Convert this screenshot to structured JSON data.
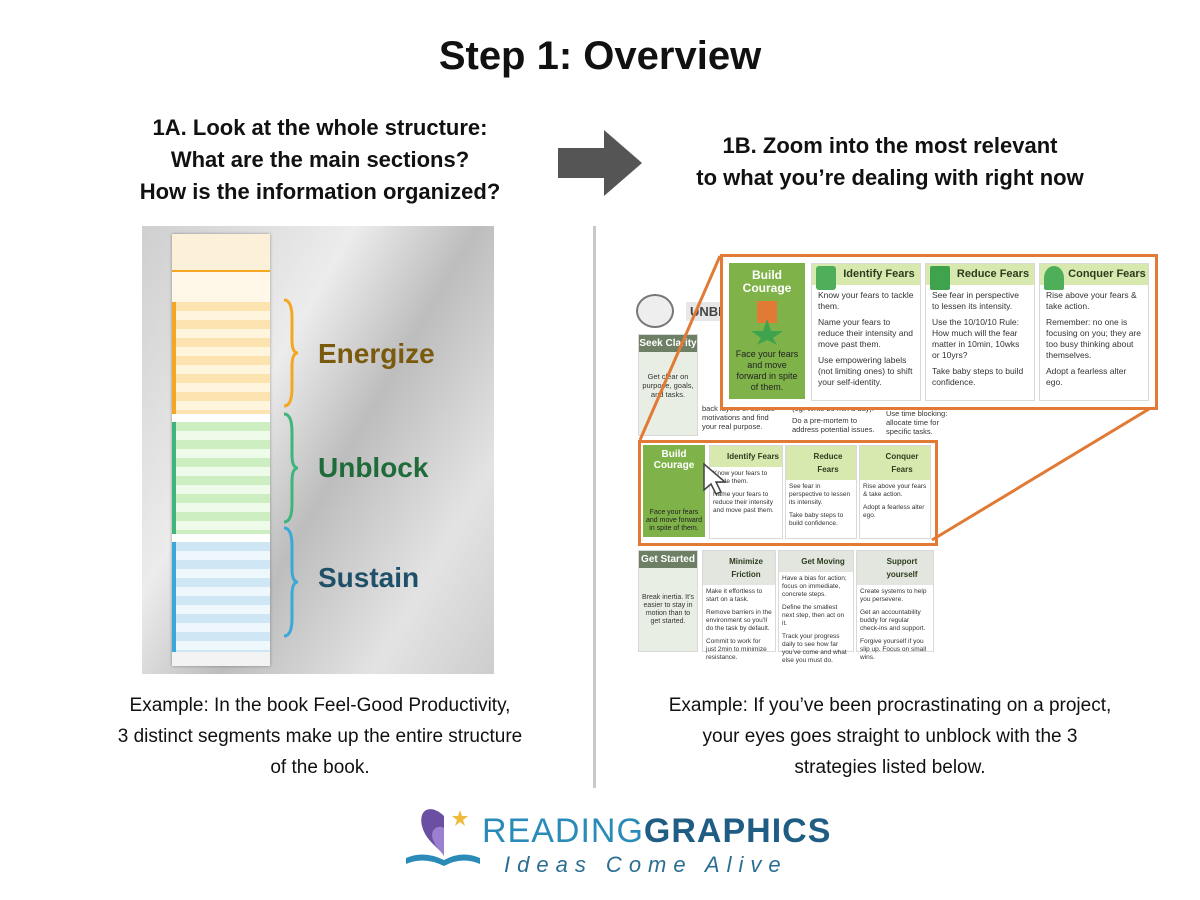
{
  "title": "Step 1: Overview",
  "left": {
    "heading": [
      "1A. Look at the whole structure:",
      "What are the main sections?",
      "How is the information organized?"
    ],
    "segments": [
      "Energize",
      "Unblock",
      "Sustain"
    ],
    "segment_colors": {
      "energize": "#7a5a0c",
      "unblock": "#1f6b3a",
      "sustain": "#1f5069"
    },
    "brace_colors": {
      "energize": "#f5a623",
      "unblock": "#3fb57b",
      "sustain": "#3aa8d8"
    },
    "caption": [
      "Example: In the book Feel-Good Productivity,",
      "3 distinct segments make up the entire structure",
      "of the book."
    ]
  },
  "right": {
    "heading": [
      "1B. Zoom into the most relevant",
      "to what you’re dealing with right now"
    ],
    "caption": [
      "Example: If you’ve been procrastinating on a project,",
      "your eyes goes straight to unblock with the 3",
      "strategies listed below."
    ],
    "zoom": {
      "lead_title": "Build Courage",
      "lead_text": "Face your fears and move forward in spite of them.",
      "cards": [
        {
          "title": "Identify Fears",
          "lines": [
            "Know your fears to tackle them.",
            "Name your fears to reduce their intensity and move past them.",
            "Use empowering labels (not limiting ones) to shift your self-identity."
          ]
        },
        {
          "title": "Reduce Fears",
          "lines": [
            "See fear in perspective to lessen its intensity.",
            "Use the 10/10/10 Rule: How much will the fear matter in 10min, 10wks or 10yrs?",
            "Take baby steps to build confidence."
          ]
        },
        {
          "title": "Conquer Fears",
          "lines": [
            "Rise above your fears & take action.",
            "Remember: no one is focusing on you; they are too busy thinking about themselves.",
            "Adopt a fearless alter ego."
          ]
        }
      ]
    },
    "rows": {
      "unblock_label": "UNBL",
      "seek_title": "Seek Clarity",
      "seek_text": "Get clear on purpose, goals, and tasks.",
      "seek_frag1": "(eg. Write 20 min a day).",
      "seek_frag2": "Do a pre-mortem to address potential issues.",
      "seek_frag3": "Use time blocking: allocate time for specific tasks.",
      "seek_frag4": "back layers of surface motivations and find your real purpose.",
      "get_title": "Get Started",
      "get_text": "Break inertia. It’s easier to stay in motion than to get started.",
      "get_cards": [
        {
          "title": "Minimize Friction",
          "lines": [
            "Make it effortless to start on a task.",
            "Remove barriers in the environment so you’ll do the task by default.",
            "Commit to work for just 2min to minimize resistance."
          ]
        },
        {
          "title": "Get Moving",
          "lines": [
            "Have a bias for action; focus on immediate, concrete steps.",
            "Define the smallest next step, then act on it.",
            "Track your progress daily to see how far you’ve come and what else you must do."
          ]
        },
        {
          "title": "Support yourself",
          "lines": [
            "Create systems to help you persevere.",
            "Get an accountability buddy for regular check-ins and support.",
            "Forgive yourself if you slip up. Focus on small wins."
          ]
        }
      ]
    }
  },
  "brand": {
    "name_light": "READING",
    "name_bold": "GRAPHICS",
    "tagline": "Ideas Come Alive"
  },
  "colors": {
    "zoom_border": "#e07a35",
    "card_head": "#d8e9b0",
    "lead_green": "#7fb34a",
    "arrow": "#555555"
  }
}
